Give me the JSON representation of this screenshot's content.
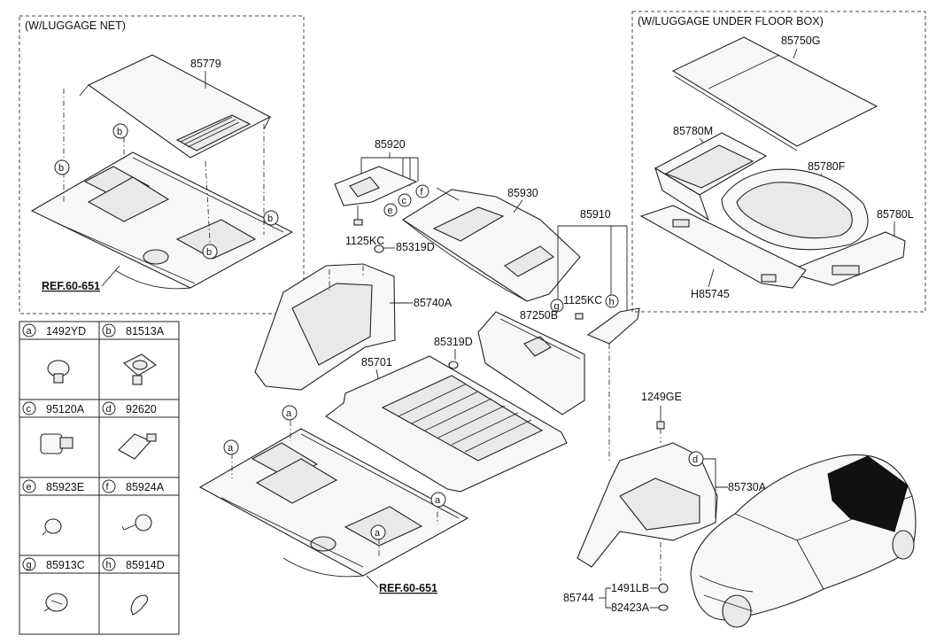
{
  "headers": {
    "luggage_net": "(W/LUGGAGE NET)",
    "under_floor": "(W/LUGGAGE  UNDER FLOOR BOX)"
  },
  "labels": {
    "p85779": "85779",
    "p85920": "85920",
    "p85930": "85930",
    "p85910": "85910",
    "p1125KC_a": "1125KC",
    "p1125KC_b": "1125KC",
    "p85319D_a": "85319D",
    "p85319D_b": "85319D",
    "p85740A": "85740A",
    "p87250B": "87250B",
    "p85701": "85701",
    "p1249GE": "1249GE",
    "p85730A": "85730A",
    "p85744": "85744",
    "p1491LB": "1491LB",
    "p82423A": "82423A",
    "p85750G": "85750G",
    "p85780M": "85780M",
    "p85780F": "85780F",
    "p85780L": "85780L",
    "pH85745": "H85745",
    "ref_top": "REF.60-651",
    "ref_bottom": "REF.60-651"
  },
  "callouts": [
    "a",
    "b",
    "c",
    "d",
    "e",
    "f",
    "g",
    "h"
  ],
  "legend": [
    {
      "letter": "a",
      "part": "1492YD"
    },
    {
      "letter": "b",
      "part": "81513A"
    },
    {
      "letter": "c",
      "part": "95120A"
    },
    {
      "letter": "d",
      "part": "92620"
    },
    {
      "letter": "e",
      "part": "85923E"
    },
    {
      "letter": "f",
      "part": "85924A"
    },
    {
      "letter": "g",
      "part": "85913C"
    },
    {
      "letter": "h",
      "part": "85914D"
    }
  ]
}
